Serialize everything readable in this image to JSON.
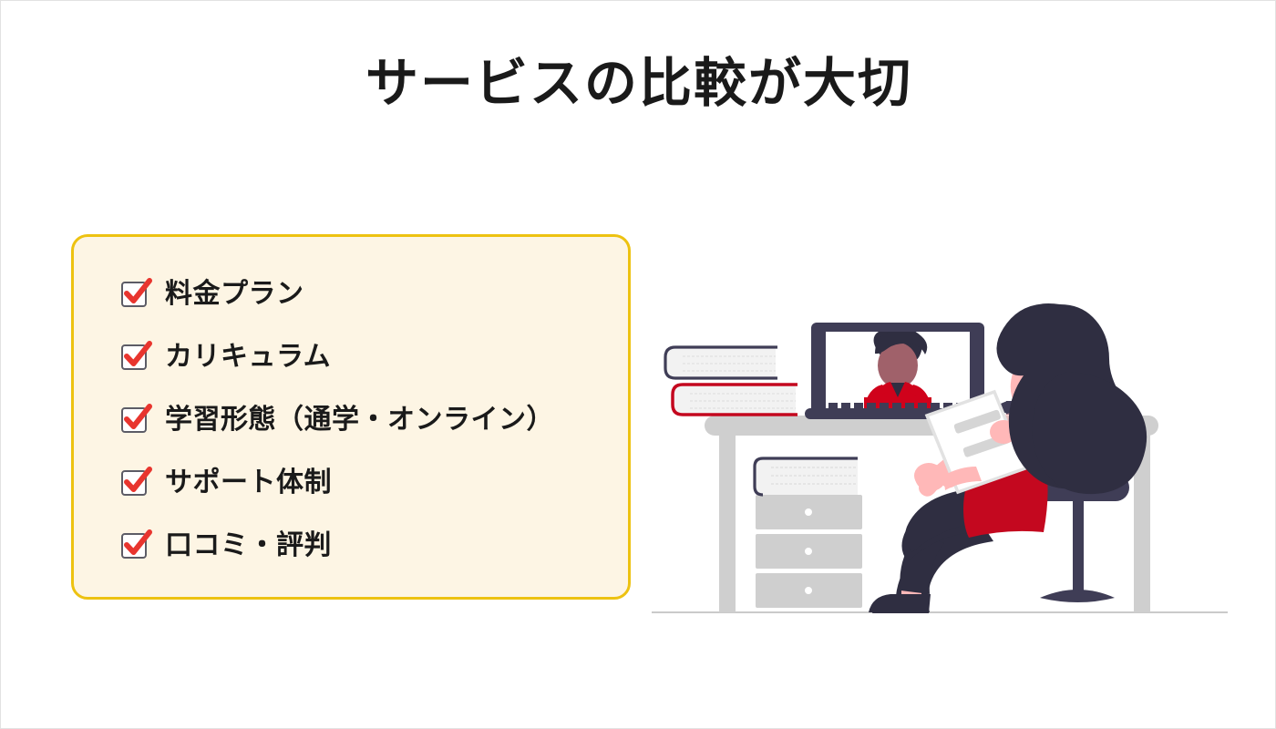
{
  "slide": {
    "title": "サービスの比較が大切",
    "background_color": "#ffffff",
    "title_color": "#1a1a1a"
  },
  "checklist": {
    "panel_fill": "#fdf5e4",
    "panel_border": "#edc211",
    "check_color": "#e8352e",
    "box_border": "#5c5c66",
    "items": [
      {
        "label": "料金プラン",
        "checked": true,
        "icon": "checkbox-checked-icon"
      },
      {
        "label": "カリキュラム",
        "checked": true,
        "icon": "checkbox-checked-icon"
      },
      {
        "label": "学習形態（通学・オンライン）",
        "checked": true,
        "icon": "checkbox-checked-icon"
      },
      {
        "label": "サポート体制",
        "checked": true,
        "icon": "checkbox-checked-icon"
      },
      {
        "label": "口コミ・評判",
        "checked": true,
        "icon": "checkbox-checked-icon"
      }
    ]
  },
  "illustration": {
    "name": "woman-at-desk-video-call-illustration",
    "colors": {
      "dark_navy": "#3f3d56",
      "darker_navy": "#2f2e41",
      "red": "#c4081f",
      "red_bright": "#d0021b",
      "skin": "#ffb8b8",
      "desk_gray": "#cfcfcf",
      "paper_gray": "#e6e6e6",
      "page_white": "#f2f2f2",
      "face_brown": "#a0616a",
      "ground_line": "#cacaca"
    },
    "elements": [
      "book-stack-on-desk",
      "laptop-with-video-call",
      "pen-on-desk",
      "desk",
      "drawer-cabinet",
      "book-on-cabinet",
      "seated-woman-reading-paper",
      "stool",
      "ground-line"
    ]
  }
}
